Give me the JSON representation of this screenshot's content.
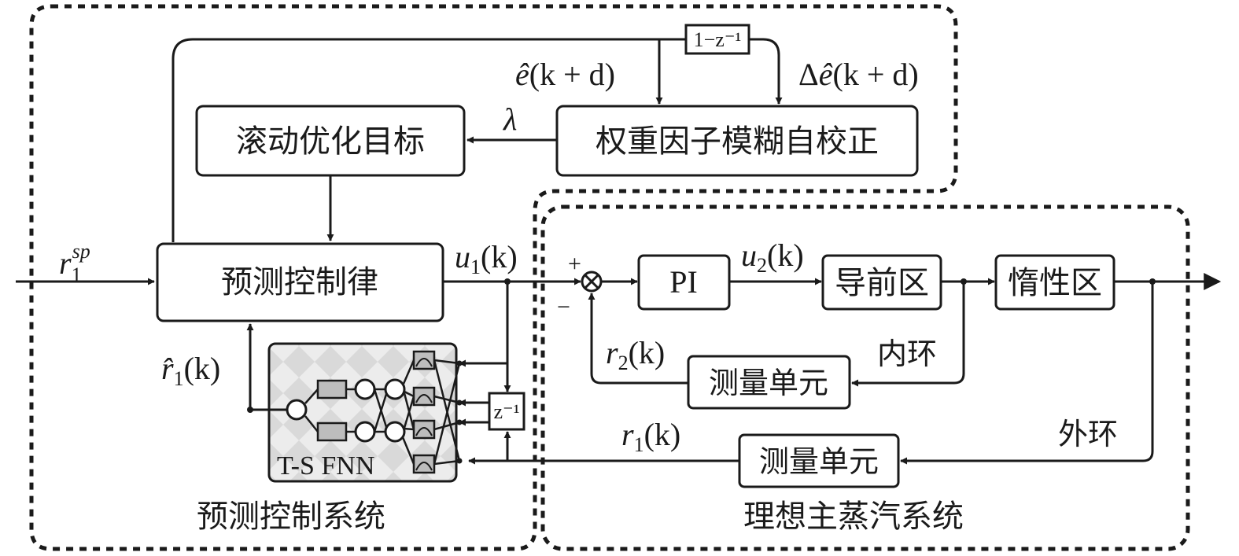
{
  "blocks": {
    "rolling_opt": "滚动优化目标",
    "weight_fuzzy": "权重因子模糊自校正",
    "predictive_law": "预测控制律",
    "pi": "PI",
    "lead_zone": "导前区",
    "inertia_zone": "惰性区",
    "measure_inner": "测量单元",
    "measure_outer": "测量单元",
    "delay_top": "1−z⁻¹",
    "delay_bottom": "z⁻¹",
    "fnn": "T-S FNN"
  },
  "signals": {
    "ref": {
      "base": "r",
      "sub": "1",
      "sup": "sp"
    },
    "e_hat": {
      "base": "ê",
      "rest": "(k + d)"
    },
    "delta_e_hat": {
      "prefix": "Δ",
      "base": "ê",
      "rest": "(k + d)"
    },
    "lambda": "λ",
    "u1": {
      "base": "u",
      "sub": "1",
      "rest": "(k)"
    },
    "u2": {
      "base": "u",
      "sub": "2",
      "rest": "(k)"
    },
    "r_hat1": {
      "base": "r̂",
      "sub": "1",
      "rest": "(k)"
    },
    "r2": {
      "base": "r",
      "sub": "2",
      "rest": "(k)"
    },
    "r1": {
      "base": "r",
      "sub": "1",
      "rest": "(k)"
    },
    "plus": "+",
    "minus": "−"
  },
  "loops": {
    "inner": "内环",
    "outer": "外环"
  },
  "systems": {
    "predictive": "预测控制系统",
    "steam": "理想主蒸汽系统"
  }
}
